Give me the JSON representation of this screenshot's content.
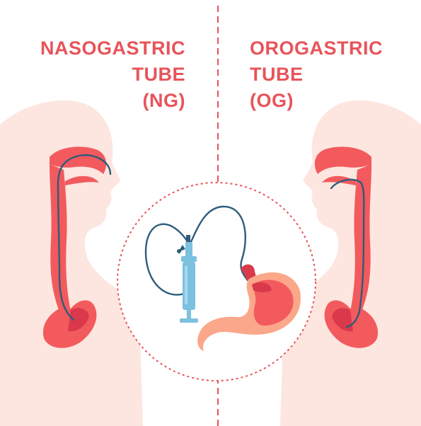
{
  "left_panel": {
    "title_lines": [
      "NASOGASTRIC",
      "TUBE",
      "(NG)"
    ]
  },
  "right_panel": {
    "title_lines": [
      "OROGASTRIC",
      "TUBE",
      "(OG)"
    ]
  },
  "colors": {
    "heading": "#E8545A",
    "silhouette": "#FDE6DF",
    "organ_red": "#F25A5E",
    "organ_dark": "#D9394A",
    "tube": "#2E5C7A",
    "syringe": "#7CC1DF",
    "stomach_peach": "#FBA78A",
    "divider": "#E8545A"
  },
  "icons": [
    "syringe-icon",
    "stomach-icon",
    "tube-icon"
  ]
}
